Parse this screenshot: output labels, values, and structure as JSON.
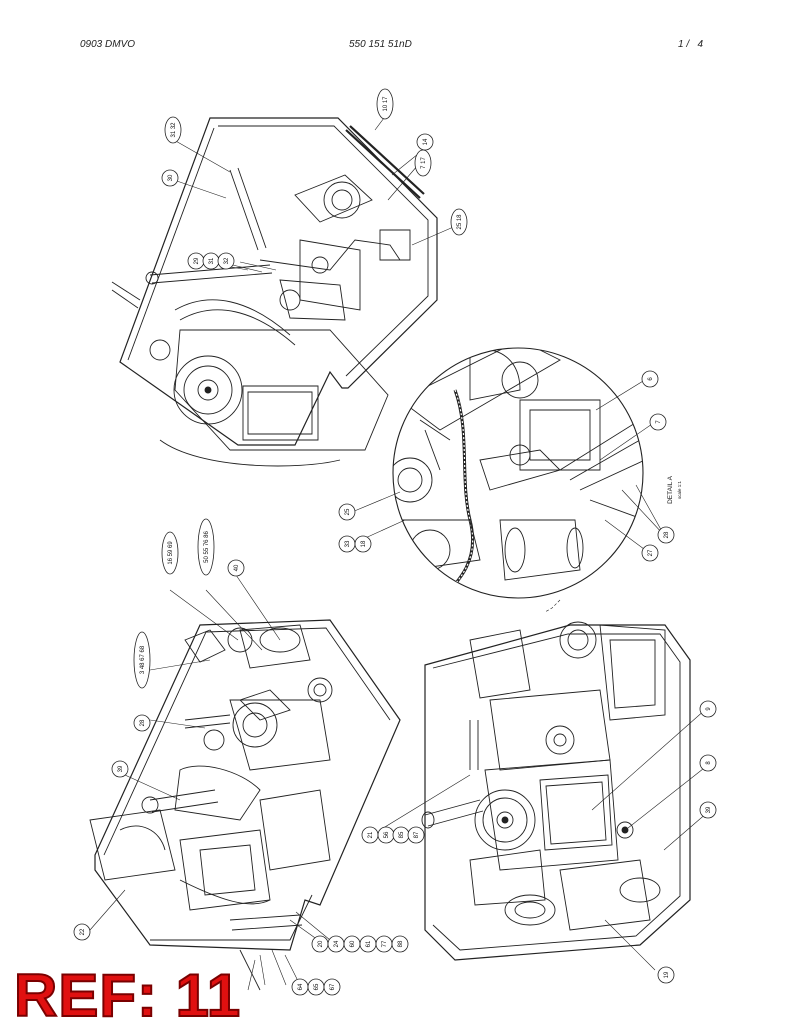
{
  "header": {
    "left": "0903 DMVO",
    "center": "550 151 51nD",
    "page_num": "1",
    "page_sep": "/",
    "page_total": "4"
  },
  "detail": {
    "title": "DETAIL A",
    "scale": "scale 1:1"
  },
  "views": {
    "top": {
      "callouts": [
        "10 17",
        "31 32",
        "30",
        "14",
        "7 17",
        "25 18",
        "29",
        "31",
        "32"
      ]
    },
    "detail_a": {
      "callouts": [
        "6",
        "7",
        "28",
        "27",
        "25",
        "33",
        "18"
      ]
    },
    "left": {
      "callouts": [
        "16 59 69",
        "50 55 76 86",
        "40",
        "3 48 67 68",
        "28",
        "39",
        "22",
        "20",
        "24",
        "60",
        "61",
        "77",
        "88",
        "64",
        "65",
        "67"
      ]
    },
    "right": {
      "callouts": [
        "9",
        "8",
        "39",
        "21",
        "56",
        "85",
        "87",
        "19"
      ]
    }
  },
  "stamp": "REF: 11"
}
